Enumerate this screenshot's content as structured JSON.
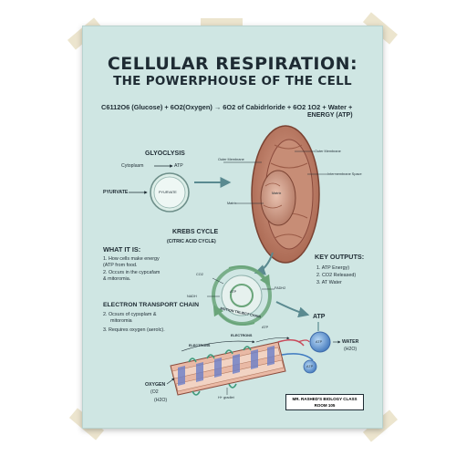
{
  "title": "CELLULAR RESPIRATION:",
  "subtitle": "THE POWERPHOUSE OF THE CELL",
  "equation": {
    "line1": "C6112O6 (Glucose) + 6O2(Oxygen) → 6O2 of Cabidrloride + 6O2 1O2 + Water +",
    "line2": "ENERGY (ATP)"
  },
  "glycolysis": {
    "heading": "GLYOCLYSIS",
    "cytoplasm_label": "Cytoplasm",
    "atp_label": "ATP",
    "pyruvate_label": "PYURVATE",
    "circle_label": "PYURVATE"
  },
  "mitochondrion": {
    "outer_membrane_left": "Outer Membrane",
    "outer_membrane_right": "Outer Membrane",
    "intermembrane_space": "Intermembrane Space",
    "matrix_inner": "Matrix",
    "matrix_label": "Matrix"
  },
  "krebs": {
    "heading": "KREBS CYCLE",
    "subheading": "(CITRIC ACID CYCLE)",
    "co2": "CO2",
    "atp": "ATP",
    "nadh": "NADH",
    "fadh2": "FADH2",
    "arrow_text": "MOTION TRLIECT CHAIN"
  },
  "what_it_is": {
    "heading": "WHAT IT IS:",
    "items": [
      "1. How cells make energy",
      "(ATP from food.",
      "2. Occurs in the cypcafam",
      "& mitoromia."
    ]
  },
  "key_outputs": {
    "heading": "KEY OUTPUTS:",
    "items": [
      "1. ATP Energy)",
      "2. CO2 Released)",
      "3. AT Water"
    ]
  },
  "etc": {
    "heading": "ELECTRON TRANSPORT CHAIN",
    "items": [
      "2. Ocsurs of cypsplam &",
      "mitoromia",
      "3. Requires oxygen (aerolc)."
    ],
    "electrons_left": "ELECTRONS",
    "electrons_right": "ELECTRONS",
    "atp_small": "ATP",
    "h_gradient": "H+ gradlet",
    "oxygen": "OXYGEN",
    "oxygen_paren": "(O2",
    "water_paren": "(H2O)"
  },
  "atp_out": {
    "heading": "ATP",
    "circle_label": "ATP",
    "water_label": "WATER",
    "water_formula": "(H2O)",
    "small_circle": "ATP"
  },
  "footer_box": {
    "line1": "MR. RASHED'S BIOLOGY CLASS",
    "line2": "ROOM 105"
  },
  "colors": {
    "poster_bg": "#cfe6e3",
    "text": "#1e2b33",
    "mito_outer": "#b27a62",
    "mito_inner": "#8a4a3c",
    "arrow": "#5a8a90",
    "krebs_arrow": "#6aa57a",
    "atp_blue": "#6a9fd8"
  }
}
